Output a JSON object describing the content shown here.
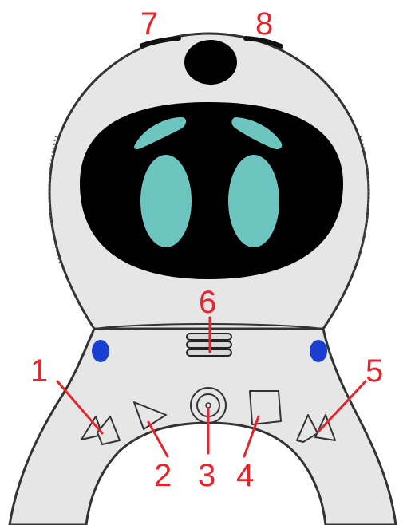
{
  "colors": {
    "body_fill": "#e6e6e6",
    "outline": "#333333",
    "screen": "#000000",
    "eyes": "#6cc5bf",
    "sensor_dots": "#1a3fd0",
    "callout_red": "#e8232a"
  },
  "parts": {
    "head": {
      "name": "head-shell"
    },
    "top_camera": {
      "name": "top-camera"
    },
    "face_screen": {
      "name": "face-screen"
    },
    "speaker_grille": {
      "name": "speaker-grille"
    },
    "left_sensor": {
      "name": "left-sensor-dot"
    },
    "right_sensor": {
      "name": "right-sensor-dot"
    },
    "button_back": {
      "icon": "double-arrow-left-icon"
    },
    "button_play": {
      "icon": "play-triangle-icon"
    },
    "button_center": {
      "icon": "circle-button-icon"
    },
    "button_stop": {
      "icon": "square-icon"
    },
    "button_forward": {
      "icon": "double-arrow-right-icon"
    }
  },
  "callouts": [
    {
      "label": "1",
      "target": "button_back"
    },
    {
      "label": "2",
      "target": "button_play"
    },
    {
      "label": "3",
      "target": "button_center"
    },
    {
      "label": "4",
      "target": "button_stop"
    },
    {
      "label": "5",
      "target": "button_forward"
    },
    {
      "label": "6",
      "target": "speaker_grille"
    },
    {
      "label": "7",
      "target": "top-left-button"
    },
    {
      "label": "8",
      "target": "top-right-button"
    }
  ]
}
